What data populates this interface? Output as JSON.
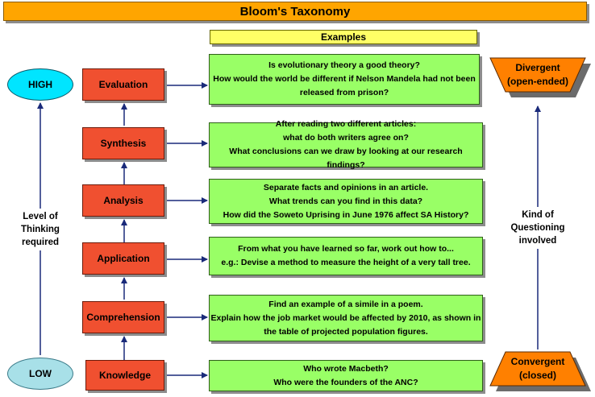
{
  "title": "Bloom's Taxonomy",
  "examples_header": "Examples",
  "levels": [
    {
      "name": "Evaluation",
      "examples": [
        "Is evolutionary theory a good theory?",
        "How would the world be different if Nelson Mandela had not been",
        "released from prison?"
      ]
    },
    {
      "name": "Synthesis",
      "examples": [
        "After reading two different articles:",
        "what do both writers agree on?",
        "What conclusions can we draw by looking at our research findings?"
      ]
    },
    {
      "name": "Analysis",
      "examples": [
        "Separate facts and opinions in an article.",
        "What trends can you find in this data?",
        "How did the Soweto Uprising in June 1976 affect SA History?"
      ]
    },
    {
      "name": "Application",
      "examples": [
        "From what you have learned so far, work out how to...",
        "e.g.: Devise a method to measure the height of a very tall tree."
      ]
    },
    {
      "name": "Comprehension",
      "examples": [
        "Find an example of a simile in a poem.",
        "Explain how the job market would be affected by 2010, as shown in",
        "the table of projected population figures."
      ]
    },
    {
      "name": "Knowledge",
      "examples": [
        "Who wrote  Macbeth?",
        "Who were the founders of the ANC?"
      ]
    }
  ],
  "thinking": {
    "high": "HIGH",
    "low": "LOW",
    "label_lines": [
      "Level of",
      "Thinking",
      "required"
    ]
  },
  "questioning": {
    "divergent_lines": [
      "Divergent",
      "(open-ended)"
    ],
    "convergent_lines": [
      "Convergent",
      "(closed)"
    ],
    "label_lines": [
      "Kind of",
      "Questioning",
      "involved"
    ]
  },
  "colors": {
    "title_bg": "#ffa500",
    "examples_header_bg": "#ffff66",
    "level_box": "#f05030",
    "example_box": "#99ff66",
    "high_oval": "#00e5ff",
    "low_oval": "#a8e0e8",
    "trapezoid": "#ff8000",
    "arrow": "#1a2a7a"
  }
}
